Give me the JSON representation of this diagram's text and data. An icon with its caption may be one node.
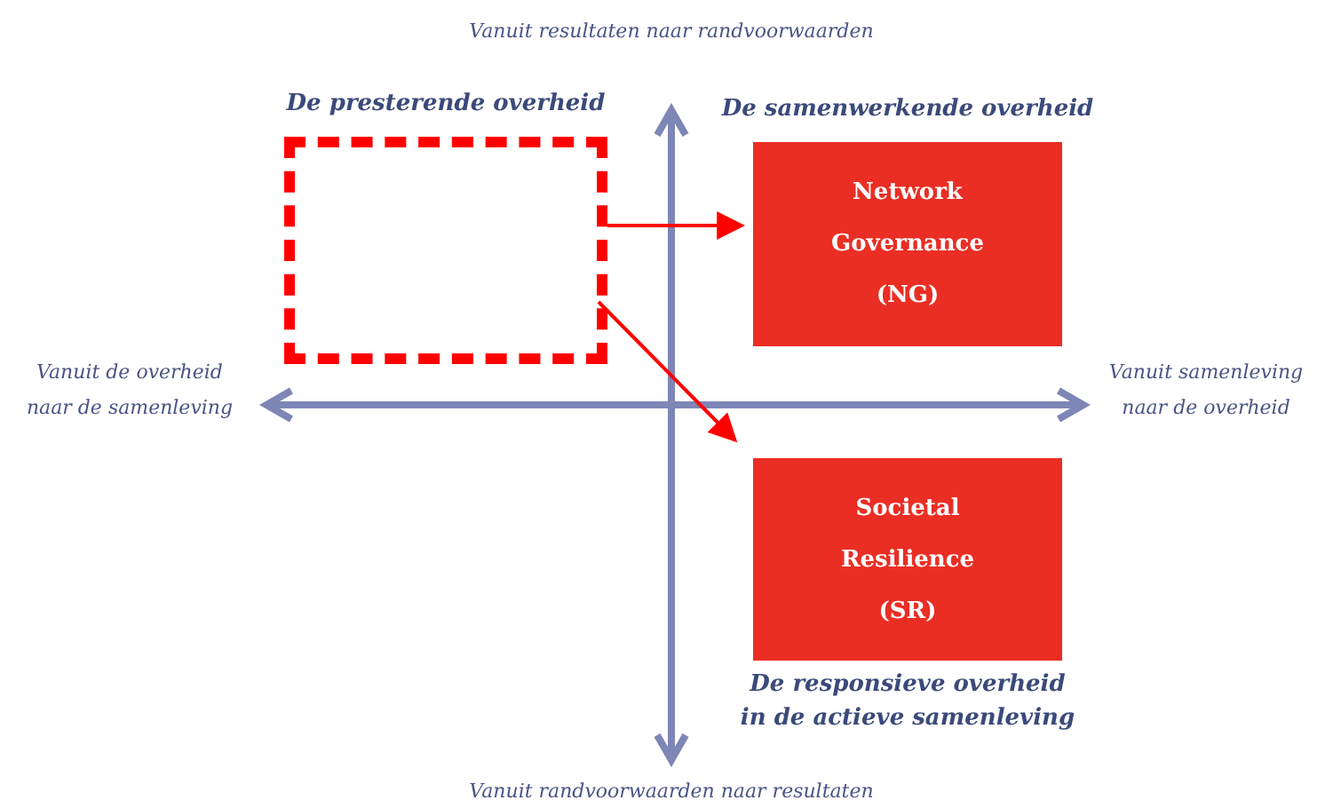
{
  "diagram": {
    "nodes": [
      {
        "text": [
          "De presterende overheid"
        ]
      },
      {
        "text": [
          "De samenwerkende overheid",
          "Network Governance (NG)"
        ]
      },
      {
        "text": [
          "Societal Resilience (SR)",
          "De responsieve overheid in de actieve samenleving"
        ]
      }
    ],
    "edges": [
      {
        "from": 0,
        "to": 1,
        "arrow": "to",
        "color": "#ff0000"
      },
      {
        "from": 0,
        "to": 2,
        "arrow": "to",
        "color": "#ff0000"
      }
    ],
    "labels": [
      "Vanuit resultaten naar randvoorwaarden",
      "Vanuit de overheid naar de samenleving",
      "Vanuit samenleving naar de overheid",
      "Vanuit randvoorwaarden naar resultaten"
    ]
  }
}
